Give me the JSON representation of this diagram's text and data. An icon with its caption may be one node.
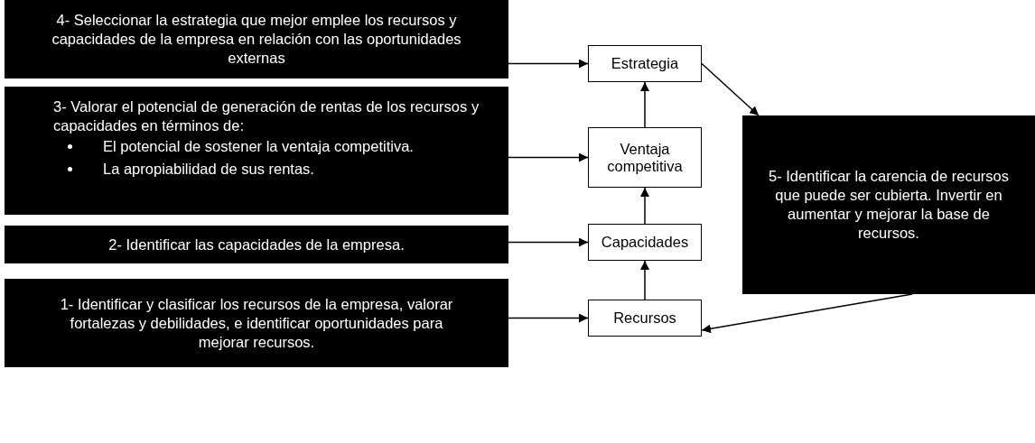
{
  "diagram": {
    "nodes": [
      {
        "text": [
          "4- Seleccionar la estrategia que mejor emplee los recursos y capacidades de la empresa en relación con las oportunidades externas"
        ]
      },
      {
        "text": [
          "3- Valorar el potencial de generación de rentas de los recursos y capacidades en términos de:",
          "El potencial de sostener la ventaja competitiva.",
          "La apropiabilidad de sus rentas."
        ]
      },
      {
        "text": [
          "2- Identificar las capacidades de la empresa."
        ]
      },
      {
        "text": [
          "1- Identificar y clasificar los recursos de la empresa, valorar fortalezas y debilidades, e identificar oportunidades para mejorar recursos."
        ]
      },
      {
        "text": [
          "Estrategia"
        ]
      },
      {
        "text": [
          "Ventaja competitiva"
        ]
      },
      {
        "text": [
          "Capacidades"
        ]
      },
      {
        "text": [
          "Recursos"
        ]
      },
      {
        "text": [
          "5- Identificar la carencia de recursos que puede ser cubierta. Invertir en aumentar y mejorar la base de recursos."
        ]
      }
    ],
    "edges": [
      {
        "from": 0,
        "to": 4,
        "arrow": "to"
      },
      {
        "from": 1,
        "to": 5,
        "arrow": "to"
      },
      {
        "from": 2,
        "to": 6,
        "arrow": "to"
      },
      {
        "from": 3,
        "to": 7,
        "arrow": "to"
      },
      {
        "from": 7,
        "to": 6,
        "arrow": "to"
      },
      {
        "from": 6,
        "to": 5,
        "arrow": "to"
      },
      {
        "from": 5,
        "to": 4,
        "arrow": "to"
      },
      {
        "from": 4,
        "to": 8,
        "arrow": "to"
      },
      {
        "from": 8,
        "to": 7,
        "arrow": "to"
      }
    ]
  }
}
